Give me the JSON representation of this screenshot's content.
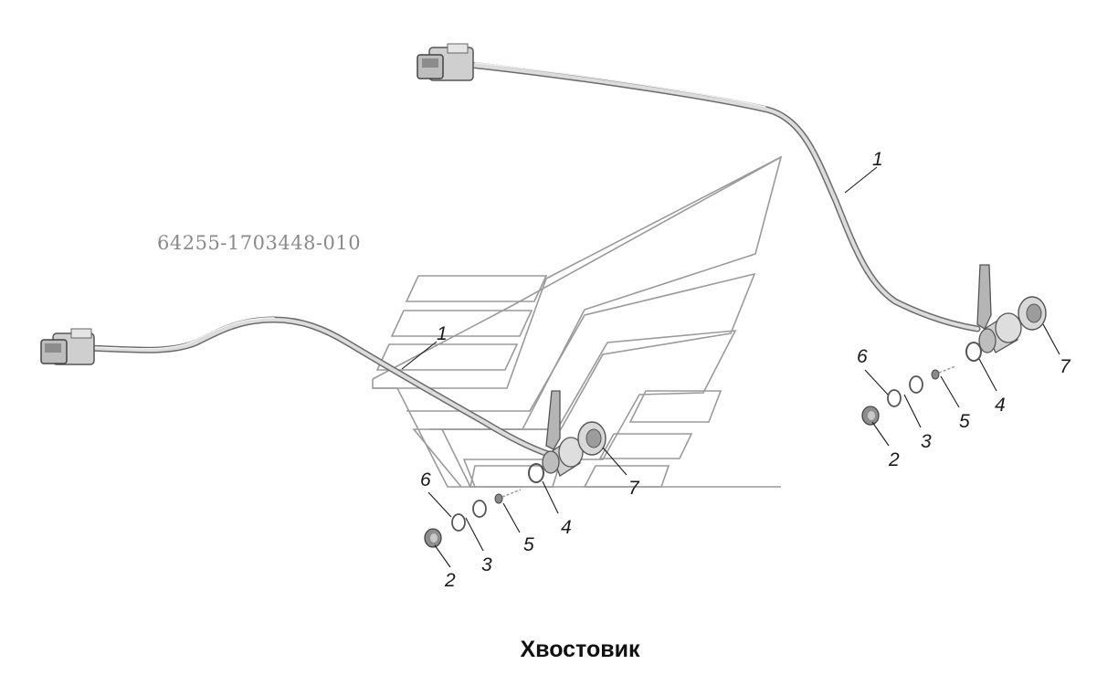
{
  "diagram": {
    "part_number": "64255-1703448-010",
    "caption": "Хвостовик",
    "assemblies": [
      {
        "id": "left",
        "callouts": [
          "1",
          "6",
          "2",
          "3",
          "5",
          "4",
          "7"
        ]
      },
      {
        "id": "right",
        "callouts": [
          "1",
          "6",
          "2",
          "3",
          "5",
          "4",
          "7"
        ]
      }
    ]
  }
}
